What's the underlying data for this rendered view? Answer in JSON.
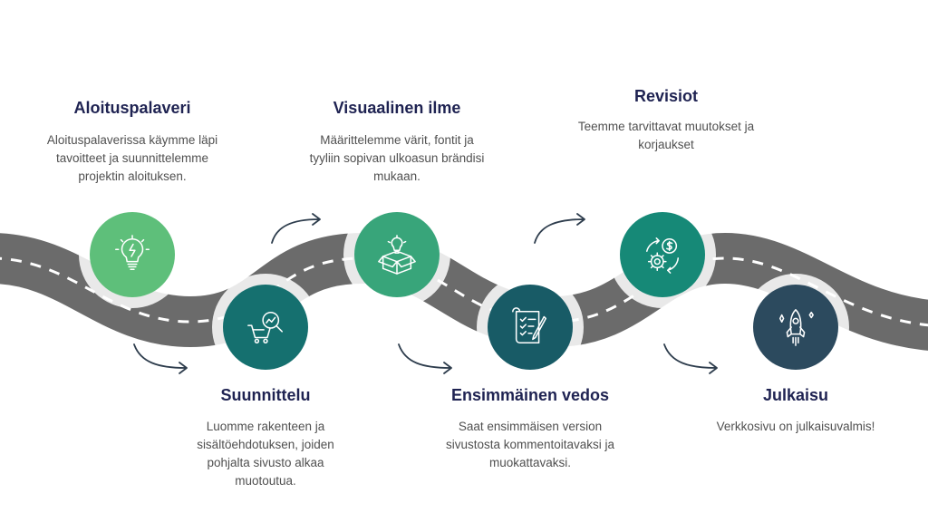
{
  "steps": [
    {
      "title": "Aloituspalaveri",
      "description": "Aloituspalaverissa käymme läpi tavoitteet ja suunnittelemme projektin aloituksen.",
      "icon": "lightbulb-icon",
      "color": "#5ebf7a"
    },
    {
      "title": "Suunnittelu",
      "description": "Luomme rakenteen ja sisältöehdotuksen, joiden pohjalta sivusto alkaa muotoutua.",
      "icon": "cart-analytics-icon",
      "color": "#15706f"
    },
    {
      "title": "Visuaalinen ilme",
      "description": "Määrittelemme värit, fontit ja tyyliin sopivan ulkoasun brändisi mukaan.",
      "icon": "idea-box-icon",
      "color": "#38a57a"
    },
    {
      "title": "Ensimmäinen vedos",
      "description": "Saat ensimmäisen version sivustosta kommentoitavaksi ja muokattavaksi.",
      "icon": "checklist-pen-icon",
      "color": "#185b66"
    },
    {
      "title": "Revisiot",
      "description": "Teemme tarvittavat muutokset ja korjaukset",
      "icon": "gear-dollar-cycle-icon",
      "color": "#168977"
    },
    {
      "title": "Julkaisu",
      "description": "Verkkosivu on julkaisuvalmis!",
      "icon": "rocket-icon",
      "color": "#2c4a5e"
    }
  ],
  "colors": {
    "road": "#6b6b6b",
    "road_dash": "#ffffff",
    "title": "#1f2352",
    "text": "#505050",
    "arrow": "#2e3d4d"
  }
}
